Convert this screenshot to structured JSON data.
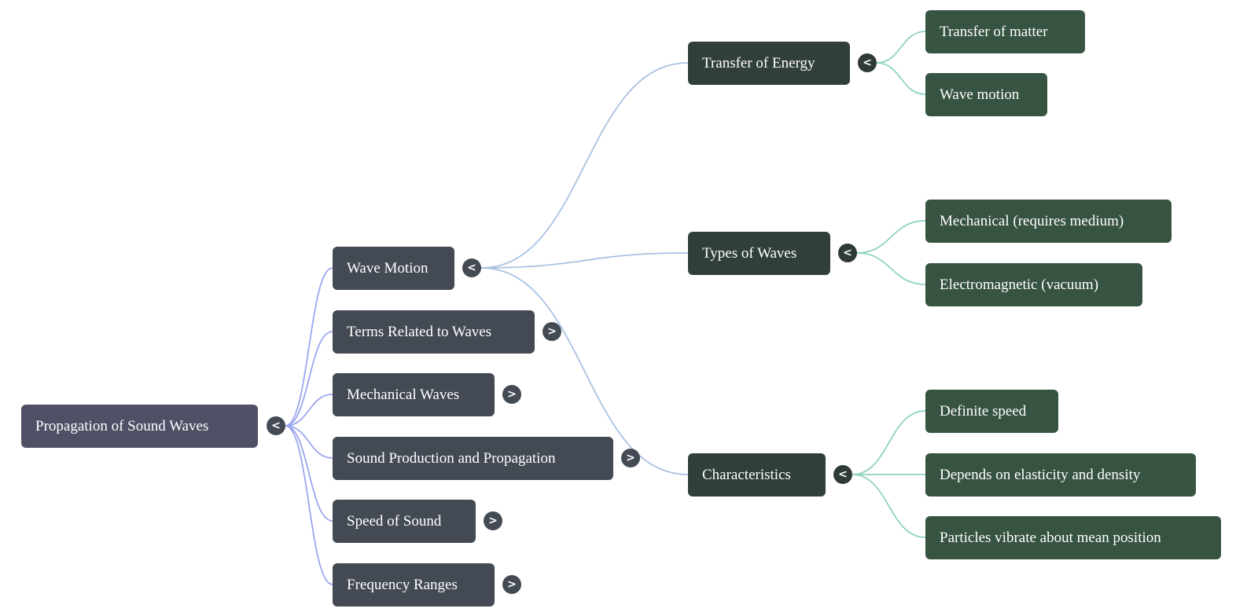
{
  "mindmap": {
    "root": {
      "label": "Propagation of Sound Waves",
      "toggle": "<"
    },
    "branches": [
      {
        "label": "Wave Motion",
        "toggle": "<",
        "expanded": true
      },
      {
        "label": "Terms Related to Waves",
        "toggle": ">",
        "expanded": false
      },
      {
        "label": "Mechanical Waves",
        "toggle": ">",
        "expanded": false
      },
      {
        "label": "Sound Production and Propagation",
        "toggle": ">",
        "expanded": false
      },
      {
        "label": "Speed of Sound",
        "toggle": ">",
        "expanded": false
      },
      {
        "label": "Frequency Ranges",
        "toggle": ">",
        "expanded": false
      }
    ],
    "wave_motion_children": [
      {
        "label": "Transfer of Energy",
        "toggle": "<",
        "children": [
          "Transfer of matter",
          "Wave motion"
        ]
      },
      {
        "label": "Types of Waves",
        "toggle": "<",
        "children": [
          "Mechanical (requires medium)",
          "Electromagnetic (vacuum)"
        ]
      },
      {
        "label": "Characteristics",
        "toggle": "<",
        "children": [
          "Definite speed",
          "Depends on elasticity and density",
          "Particles vibrate about mean position"
        ]
      }
    ],
    "colors": {
      "root": "#4f5066",
      "level1": "#434a54",
      "level2": "#313f3b",
      "level3": "#375341",
      "edge_root": "#9aa6ee",
      "edge_level1": "#a9c2e0",
      "edge_level2": "#8fd3c0"
    }
  }
}
